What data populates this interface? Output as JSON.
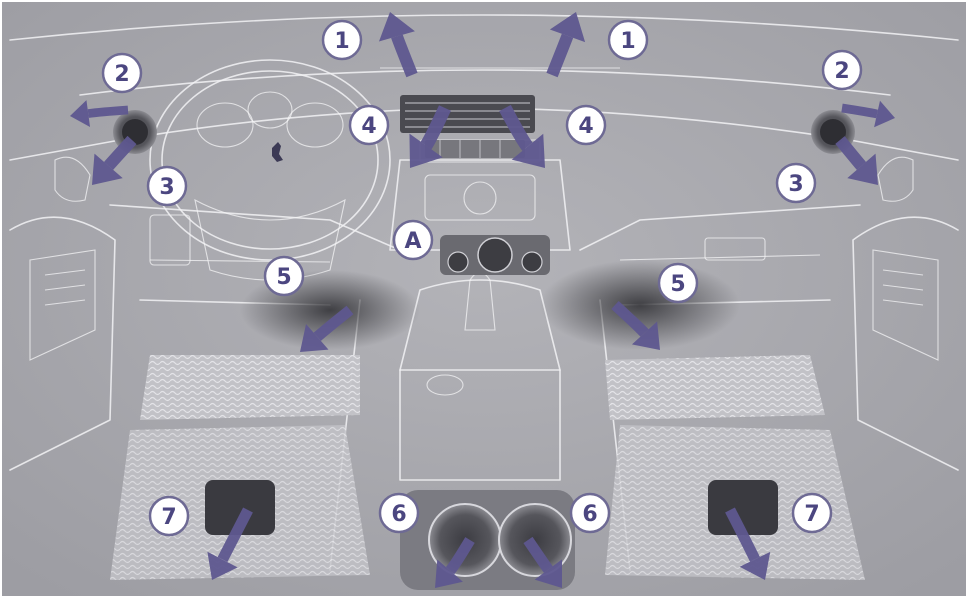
{
  "diagram": {
    "colors": {
      "background": "#a9a9ae",
      "line_art": "#f2f2f4",
      "arrow": "#5e578f",
      "callout_fill": "#ffffff",
      "callout_text": "#4b4680"
    },
    "callouts": [
      {
        "id": "c1-left",
        "label": "1"
      },
      {
        "id": "c1-right",
        "label": "1"
      },
      {
        "id": "c2-left",
        "label": "2"
      },
      {
        "id": "c2-right",
        "label": "2"
      },
      {
        "id": "c3-left",
        "label": "3"
      },
      {
        "id": "c3-right",
        "label": "3"
      },
      {
        "id": "c4-left",
        "label": "4"
      },
      {
        "id": "c4-right",
        "label": "4"
      },
      {
        "id": "cA",
        "label": "A"
      },
      {
        "id": "c5-left",
        "label": "5"
      },
      {
        "id": "c5-right",
        "label": "5"
      },
      {
        "id": "c6-left",
        "label": "6"
      },
      {
        "id": "c6-right",
        "label": "6"
      },
      {
        "id": "c7-left",
        "label": "7"
      },
      {
        "id": "c7-right",
        "label": "7"
      }
    ]
  }
}
